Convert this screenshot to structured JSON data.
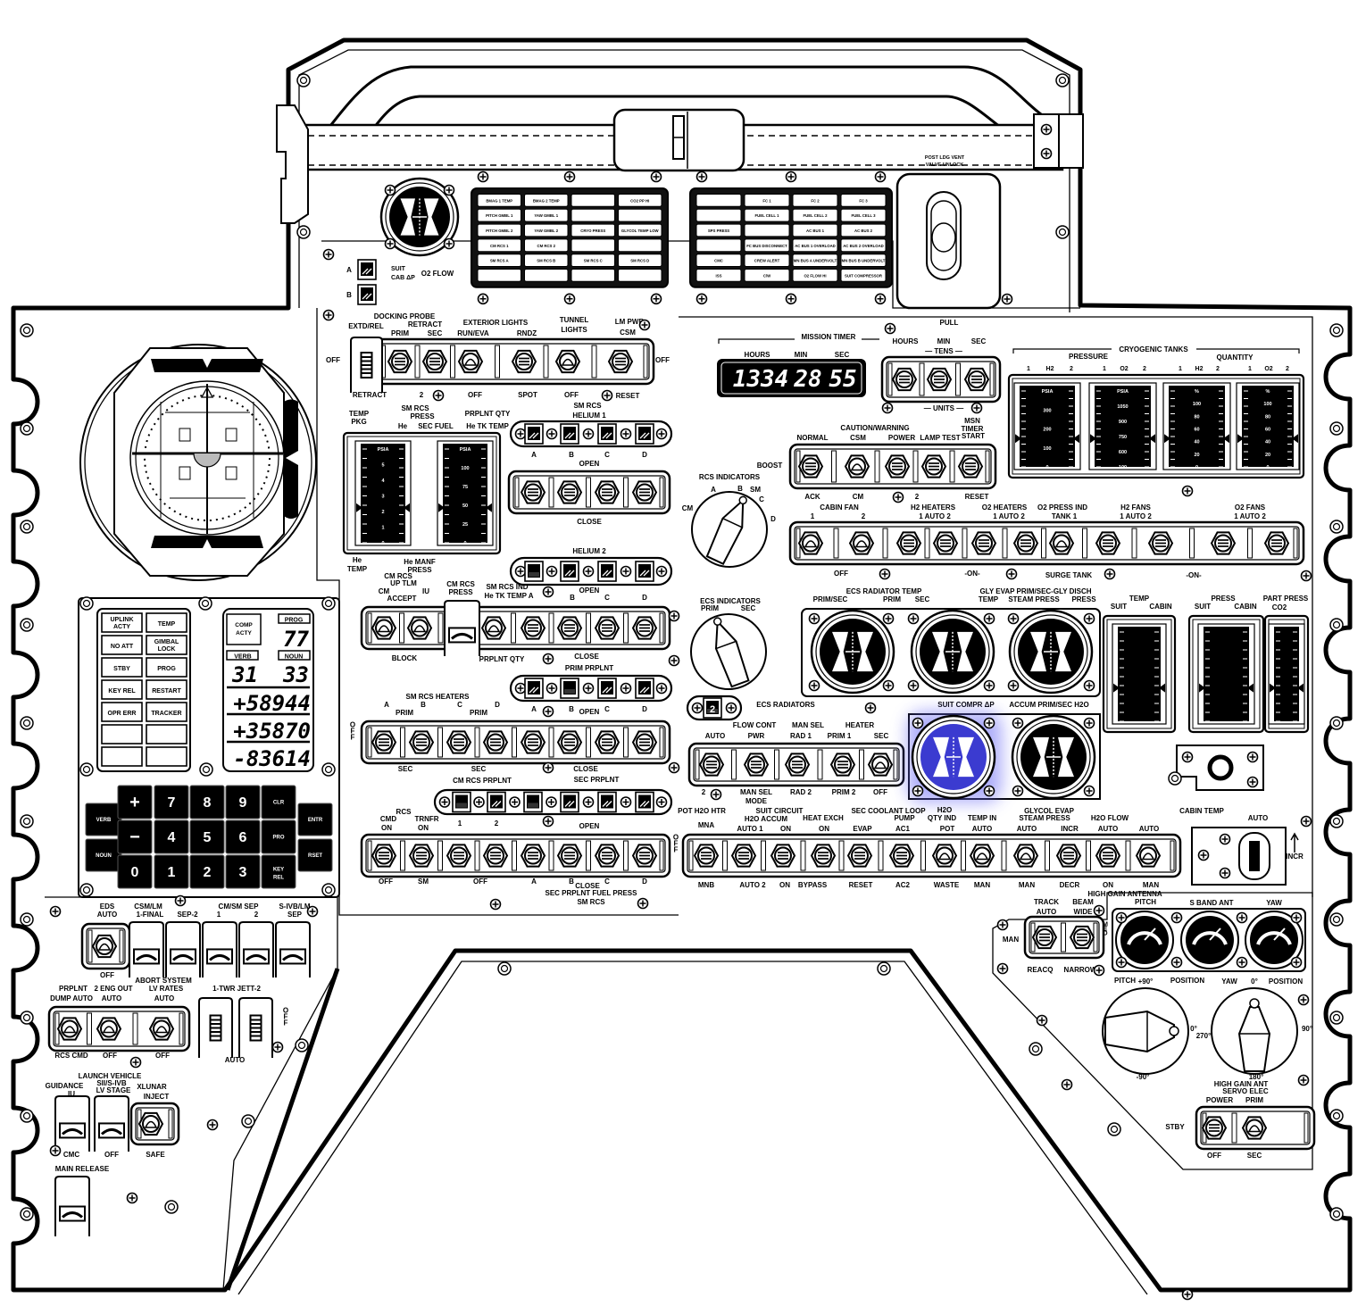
{
  "top": {
    "post_ldg": "POST LDG VENT",
    "valve_unlock": "VALVE UNLOCK",
    "suit": "SUIT",
    "cab_dp": "CAB ΔP",
    "o2_flow": "O2 FLOW",
    "a": "A",
    "b": "B"
  },
  "cw_left": [
    "BMAG 1 TEMP",
    "BMAG 2 TEMP",
    "",
    "CO2 PP HI",
    "PITCH GMBL 1",
    "YAW GMBL 1",
    "",
    "",
    "PITCH GMBL 2",
    "YAW GMBL 2",
    "CRYO PRESS",
    "GLYCOL TEMP LOW",
    "CM RCS 1",
    "CM RCS 2",
    "",
    "",
    "SM RCS A",
    "SM RCS B",
    "SM RCS C",
    "SM RCS D",
    "",
    "",
    "",
    ""
  ],
  "cw_right": [
    "",
    "FC 1",
    "FC 2",
    "FC 3",
    "",
    "FUEL CELL 1",
    "FUEL CELL 2",
    "FUEL CELL 3",
    "SPS PRESS",
    "",
    "AC BUS 1",
    "AC BUS 2",
    "",
    "FC BUS DISCONNECT",
    "AC BUS 1 OVERLOAD",
    "AC BUS 2 OVERLOAD",
    "CMC",
    "CREW ALERT",
    "MN BUS A UNDERVOLT",
    "MN BUS B UNDERVOLT",
    "ISS",
    "C/W",
    "O2 FLOW HI",
    "SUIT COMPRESSOR"
  ],
  "dock": {
    "docking_probe": "DOCKING PROBE",
    "extd_rel": "EXTD/REL",
    "retract": "RETRACT",
    "prim": "PRIM",
    "sec": "SEC",
    "exterior_lights": "EXTERIOR LIGHTS",
    "run_eva": "RUN/EVA",
    "rndz": "RNDZ",
    "tunnel": "TUNNEL",
    "lights": "LIGHTS",
    "lm_pwr": "LM PWR",
    "csm": "CSM",
    "off_l": "OFF",
    "off_r": "OFF",
    "retract_b": "RETRACT",
    "two": "2",
    "off1": "OFF",
    "spot": "SPOT",
    "off2": "OFF",
    "reset": "RESET"
  },
  "smrcs": {
    "temp": "TEMP",
    "pkg": "PKG",
    "sm_rcs": "SM RCS",
    "press": "PRESS",
    "prplnt_qty": "PRPLNT QTY",
    "he": "He",
    "sec_fuel": "SEC FUEL",
    "he_tk_temp": "He TK TEMP",
    "he2": "He",
    "temp2": "TEMP",
    "he_manf": "He MANF",
    "press2": "PRESS",
    "cm_rcs": "CM RCS",
    "up_tlm": "UP TLM",
    "scale_left": [
      "PSIA",
      "5",
      "4",
      "3",
      "2",
      "1",
      "0"
    ],
    "scale_right": [
      "PSIA",
      "100",
      "75",
      "50",
      "25",
      "0"
    ]
  },
  "helium": {
    "sm_rcs": "SM RCS",
    "helium1": "HELIUM 1",
    "a": "A",
    "b": "B",
    "c": "C",
    "d": "D",
    "open": "OPEN",
    "close": "CLOSE",
    "helium2": "HELIUM 2"
  },
  "cmrcs": {
    "cm": "CM",
    "accept": "ACCEPT",
    "iu": "IU",
    "cm_rcs": "CM RCS",
    "press": "PRESS",
    "sm_rcs_ind": "SM RCS IND",
    "he_tk_temp_a": "He TK TEMP A",
    "b": "B",
    "open": "OPEN",
    "c": "C",
    "d": "D",
    "block": "BLOCK",
    "prplnt_qty": "PRPLNT QTY",
    "close": "CLOSE",
    "prim_prplnt": "PRIM PRPLNT"
  },
  "heaters": {
    "tb_a": "A",
    "tb_b": "B",
    "open": "OPEN",
    "tb_c": "C",
    "tb_d": "D",
    "title": "SM RCS HEATERS",
    "a": "A",
    "b": "B",
    "c": "C",
    "d": "D",
    "prim1": "PRIM",
    "prim2": "PRIM",
    "off": "OFF",
    "sec1": "SEC",
    "sec2": "SEC",
    "close": "CLOSE",
    "sec_prplnt": "SEC PRPLNT",
    "cm_rcs_prplnt": "CM RCS PRPLNT"
  },
  "rcs": {
    "rcs": "RCS",
    "cmd": "CMD",
    "on1": "ON",
    "trnfr": "TRNFR",
    "on2": "ON",
    "one": "1",
    "two": "2",
    "open": "OPEN",
    "off1": "OFF",
    "sm": "SM",
    "off2": "OFF",
    "a": "A",
    "b": "B",
    "close": "CLOSE",
    "c": "C",
    "d": "D",
    "sec_fuel": "SEC PRPLNT FUEL PRESS",
    "sm_rcs": "SM RCS"
  },
  "timer": {
    "title": "MISSION TIMER",
    "hours": "HOURS",
    "min": "MIN",
    "sec": "SEC",
    "display_hours": "1334",
    "display_min": "28",
    "display_sec": "55",
    "pull": "PULL",
    "sw_hours": "HOURS",
    "sw_min": "MIN",
    "sw_sec": "SEC",
    "tens": "— TENS —",
    "units": "— UNITS —"
  },
  "cw": {
    "title": "CAUTION/WARNING",
    "normal": "NORMAL",
    "csm": "CSM",
    "power": "POWER",
    "lamp_test": "LAMP TEST",
    "msn": "MSN",
    "timer": "TIMER",
    "start": "START",
    "boost": "BOOST",
    "ack": "ACK",
    "cm": "CM",
    "two": "2",
    "reset": "RESET"
  },
  "cryo": {
    "title": "CRYOGENIC TANKS",
    "pressure": "PRESSURE",
    "quantity": "QUANTITY",
    "cols": [
      "1",
      "H2",
      "2",
      "1",
      "O2",
      "2",
      "1",
      "H2",
      "2",
      "1",
      "O2",
      "2"
    ],
    "scales": [
      [
        "PSIA",
        "300",
        "200",
        "100",
        "0"
      ],
      [
        "PSIA",
        "1050",
        "900",
        "750",
        "600",
        "100"
      ],
      [
        "%",
        "100",
        "80",
        "60",
        "40",
        "20",
        "0"
      ],
      [
        "%",
        "100",
        "80",
        "60",
        "40",
        "20",
        "0"
      ]
    ]
  },
  "rcsind": {
    "title": "RCS INDICATORS",
    "a": "A",
    "b": "B",
    "sm": "SM",
    "c": "C",
    "d": "D",
    "cm": "CM"
  },
  "fans": {
    "cabin_fan": "CABIN FAN",
    "cf_1": "1",
    "cf_2": "2",
    "h2_heaters": "H2 HEATERS",
    "h2h_pos": "1 AUTO 2",
    "o2_heaters": "O2 HEATERS",
    "o2h_pos": "1 AUTO 2",
    "o2_press_ind": "O2 PRESS IND",
    "tank1": "TANK 1",
    "h2_fans": "H2 FANS",
    "h2f_pos": "1 AUTO 2",
    "o2_fans": "O2 FANS",
    "o2f_pos": "1 AUTO 2",
    "off": "OFF",
    "on1": "-ON-",
    "surge_tank": "SURGE TANK",
    "on2": "-ON-"
  },
  "ecsind": {
    "title": "ECS INDICATORS",
    "prim": "PRIM",
    "sec": "SEC"
  },
  "radiator": {
    "ecs_rad_temp": "ECS RADIATOR TEMP",
    "prim_sec": "PRIM/SEC",
    "prim": "PRIM",
    "sec": "SEC",
    "gly_evap": "GLY EVAP PRIM/SEC-GLY DISCH",
    "temp": "TEMP",
    "steam_press": "STEAM PRESS",
    "press": "PRESS",
    "temp_hdr": "TEMP",
    "suit1": "SUIT",
    "cabin1": "CABIN",
    "press_hdr": "PRESS",
    "suit2": "SUIT",
    "cabin2": "CABIN",
    "part_press": "PART PRESS",
    "co2": "CO2"
  },
  "ecsrad": {
    "title": "ECS RADIATORS",
    "tb": "2",
    "flow_cont": "FLOW CONT",
    "man_sel": "MAN SEL",
    "heater": "HEATER",
    "auto": "AUTO",
    "pwr": "PWR",
    "rad1": "RAD 1",
    "prim1": "PRIM 1",
    "sec": "SEC",
    "two": "2",
    "man_sel_b": "MAN SEL",
    "mode": "MODE",
    "rad2": "RAD 2",
    "prim2": "PRIM 2",
    "off": "OFF",
    "suit_compr": "SUIT COMPR ΔP",
    "accum": "ACCUM PRIM/SEC H2O"
  },
  "suitloop": {
    "pot_h2o_htr": "POT H2O HTR",
    "mna": "MNA",
    "suit_circuit": "SUIT CIRCUIT",
    "h2o_accum": "H2O ACCUM",
    "heat_exch": "HEAT EXCH",
    "auto1": "AUTO 1",
    "on1": "ON",
    "on2": "ON",
    "evap": "EVAP",
    "sec_coolant": "SEC COOLANT LOOP",
    "pump": "PUMP",
    "ac1": "AC1",
    "h2o": "H2O",
    "qty_ind": "QTY IND",
    "pot": "POT",
    "temp_in": "TEMP IN",
    "auto2": "AUTO",
    "glycol_evap": "GLYCOL EVAP",
    "steam_press": "STEAM PRESS",
    "h2o_flow": "H2O FLOW",
    "auto3": "AUTO",
    "incr": "INCR",
    "auto4": "AUTO",
    "auto5": "AUTO",
    "cabin_temp": "CABIN TEMP",
    "ct_auto": "AUTO",
    "ct_incr": "INCR",
    "off": "OFF",
    "mnb": "MNB",
    "auto_2": "AUTO 2",
    "on3": "ON",
    "bypass": "BYPASS",
    "reset": "RESET",
    "ac2": "AC2",
    "waste": "WASTE",
    "man1": "MAN",
    "man2": "MAN",
    "decr": "DECR",
    "on4": "ON",
    "man3": "MAN"
  },
  "hga": {
    "title": "HIGH GAIN ANTENNA",
    "track": "TRACK",
    "auto": "AUTO",
    "beam": "BEAM",
    "wide": "WIDE",
    "pitch": "PITCH",
    "s_band": "S BAND ANT",
    "yaw": "YAW",
    "man": "MAN",
    "med": "MED",
    "reacq": "REACQ",
    "narrow": "NARROW",
    "pitch2": "PITCH",
    "p90": "+90°",
    "position1": "POSITION",
    "yaw2": "YAW",
    "y0": "0°",
    "position2": "POSITION",
    "p0": "0°",
    "y270": "270°",
    "y90": "90°",
    "m90": "-90°",
    "y180": "180°",
    "hga_ant": "HIGH GAIN ANT",
    "servo": "SERVO ELEC",
    "power": "POWER",
    "prim": "PRIM",
    "stby": "STBY",
    "off": "OFF",
    "sec": "SEC"
  },
  "dsky": {
    "indicators": [
      [
        "UPLINK",
        "ACTY"
      ],
      [
        "TEMP"
      ],
      [
        "NO ATT"
      ],
      [
        "GIMBAL",
        "LOCK"
      ],
      [
        "STBY"
      ],
      [
        "PROG"
      ],
      [
        "KEY REL"
      ],
      [
        "RESTART"
      ],
      [
        "OPR ERR"
      ],
      [
        "TRACKER"
      ],
      [
        ""
      ],
      [
        ""
      ],
      [
        ""
      ],
      [
        ""
      ]
    ],
    "comp": "COMP",
    "acty": "ACTY",
    "prog_label": "PROG",
    "prog": "77",
    "verb_label": "VERB",
    "verb": "31",
    "noun_label": "NOUN",
    "noun": "33",
    "r1": "+58944",
    "r2": "+35870",
    "r3": "-83614",
    "keys": {
      "verb": "VERB",
      "noun": "NOUN",
      "plus": "+",
      "minus": "−",
      "zero": "0",
      "k7": "7",
      "k4": "4",
      "k1": "1",
      "k8": "8",
      "k5": "5",
      "k2": "2",
      "k9": "9",
      "k6": "6",
      "k3": "3",
      "clr": "CLR",
      "pro": "PRO",
      "key": "KEY",
      "rel": "REL",
      "entr": "ENTR",
      "rset": "RSET"
    }
  },
  "lower": {
    "eds": "EDS",
    "eds_auto": "AUTO",
    "csm_lm": "CSM/LM",
    "final": "1-FINAL",
    "sep2": "SEP-2",
    "cm_sm_sep": "CM/SM SEP",
    "one": "1",
    "two": "2",
    "sivb_lm": "S-IVB/LM",
    "sep": "SEP",
    "eds_off": "OFF",
    "abort_system": "ABORT SYSTEM",
    "prplnt": "PRPLNT",
    "two_eng_out": "2 ENG OUT",
    "lv_rates": "LV RATES",
    "dump_auto": "DUMP AUTO",
    "auto1": "AUTO",
    "auto2": "AUTO",
    "twr_jett": "1-TWR JETT-2",
    "off_v": "OFF",
    "rcs_cmd": "RCS CMD",
    "off1": "OFF",
    "off2": "OFF",
    "auto3": "AUTO",
    "launch_vehicle": "LAUNCH VEHICLE",
    "guidance": "GUIDANCE",
    "iu": "IU",
    "sii_sivb": "SII/S-IVB",
    "lv_stage": "LV STAGE",
    "xlunar": "XLUNAR",
    "inject": "INJECT",
    "cmc": "CMC",
    "off3": "OFF",
    "safe": "SAFE",
    "main_release": "MAIN RELEASE"
  },
  "colors": {
    "line": "#000000",
    "highlight": "#6a6af5",
    "highlight_dark": "#3b3bd0"
  }
}
